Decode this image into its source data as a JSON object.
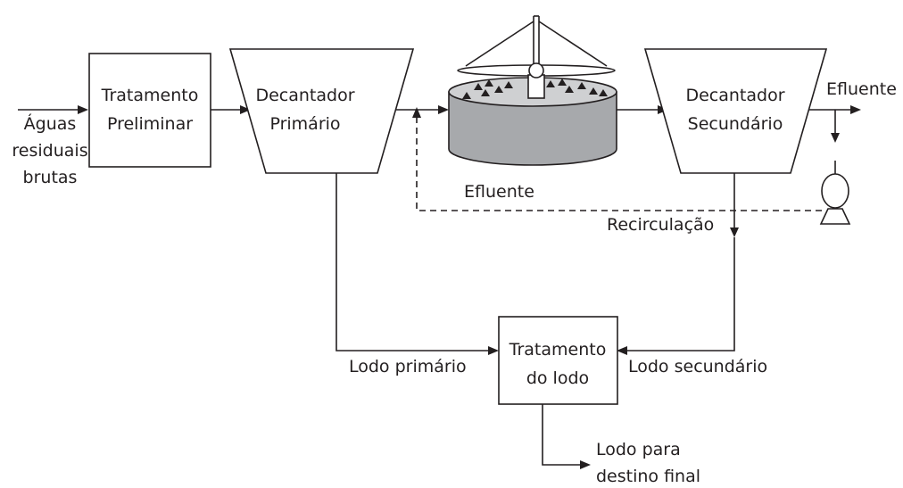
{
  "labels": {
    "input_line1": "Águas",
    "input_line2": "residuais",
    "input_line3": "brutas",
    "preliminary_line1": "Tratamento",
    "preliminary_line2": "Preliminar",
    "primary_line1": "Decantador",
    "primary_line2": "Primário",
    "secondary_line1": "Decantador",
    "secondary_line2": "Secundário",
    "effluent_out": "Efluente",
    "effluent_recycle": "Efluente",
    "recirculation": "Recirculação",
    "primary_sludge": "Lodo primário",
    "secondary_sludge": "Lodo secundário",
    "sludge_treatment_line1": "Tratamento",
    "sludge_treatment_line2": "do lodo",
    "final_line1": "Lodo para",
    "final_line2": "destino final"
  },
  "colors": {
    "line": "#231f20",
    "tank_fill": "#a7a9ac",
    "tank_top": "#cfd0d2",
    "background": "#ffffff"
  }
}
